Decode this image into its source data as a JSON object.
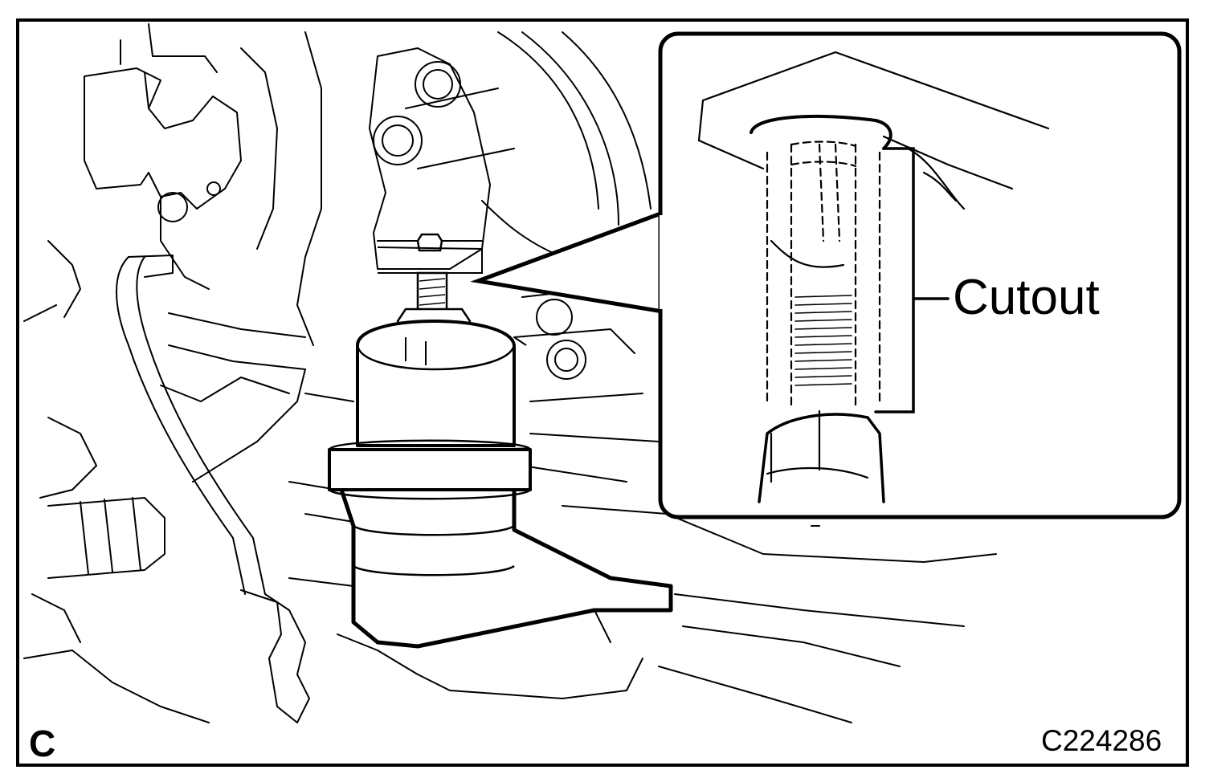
{
  "diagram": {
    "callout_label": "Cutout",
    "corner_letter": "C",
    "figure_code": "C224286",
    "colors": {
      "ink": "#000000",
      "paper": "#ffffff"
    }
  }
}
